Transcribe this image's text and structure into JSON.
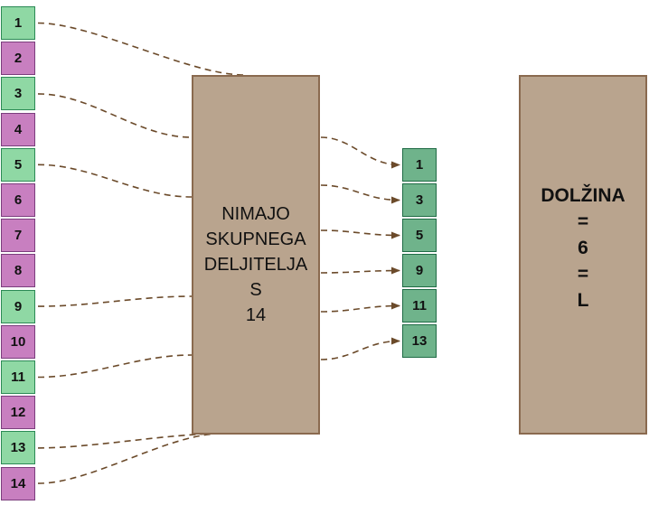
{
  "input_numbers": [
    {
      "label": "1",
      "coprime": true
    },
    {
      "label": "2",
      "coprime": false
    },
    {
      "label": "3",
      "coprime": true
    },
    {
      "label": "4",
      "coprime": false
    },
    {
      "label": "5",
      "coprime": true
    },
    {
      "label": "6",
      "coprime": false
    },
    {
      "label": "7",
      "coprime": false
    },
    {
      "label": "8",
      "coprime": false
    },
    {
      "label": "9",
      "coprime": true
    },
    {
      "label": "10",
      "coprime": false
    },
    {
      "label": "11",
      "coprime": true
    },
    {
      "label": "12",
      "coprime": false
    },
    {
      "label": "13",
      "coprime": true
    },
    {
      "label": "14",
      "coprime": false
    }
  ],
  "filter_box": {
    "lines": [
      "NIMAJO",
      "SKUPNEGA",
      "DELJITELJA",
      "S",
      "14"
    ]
  },
  "output_numbers": [
    "1",
    "3",
    "5",
    "9",
    "11",
    "13"
  ],
  "length_box": {
    "lines": [
      "DOLŽINA",
      "=",
      "6",
      "=",
      "L"
    ]
  },
  "colors": {
    "coprime_fill": "#8fd8a4",
    "non_coprime_fill": "#c87fc0",
    "output_fill": "#6fb38b",
    "box_fill": "#b9a48e",
    "arrow_color": "#6b4a2a"
  }
}
